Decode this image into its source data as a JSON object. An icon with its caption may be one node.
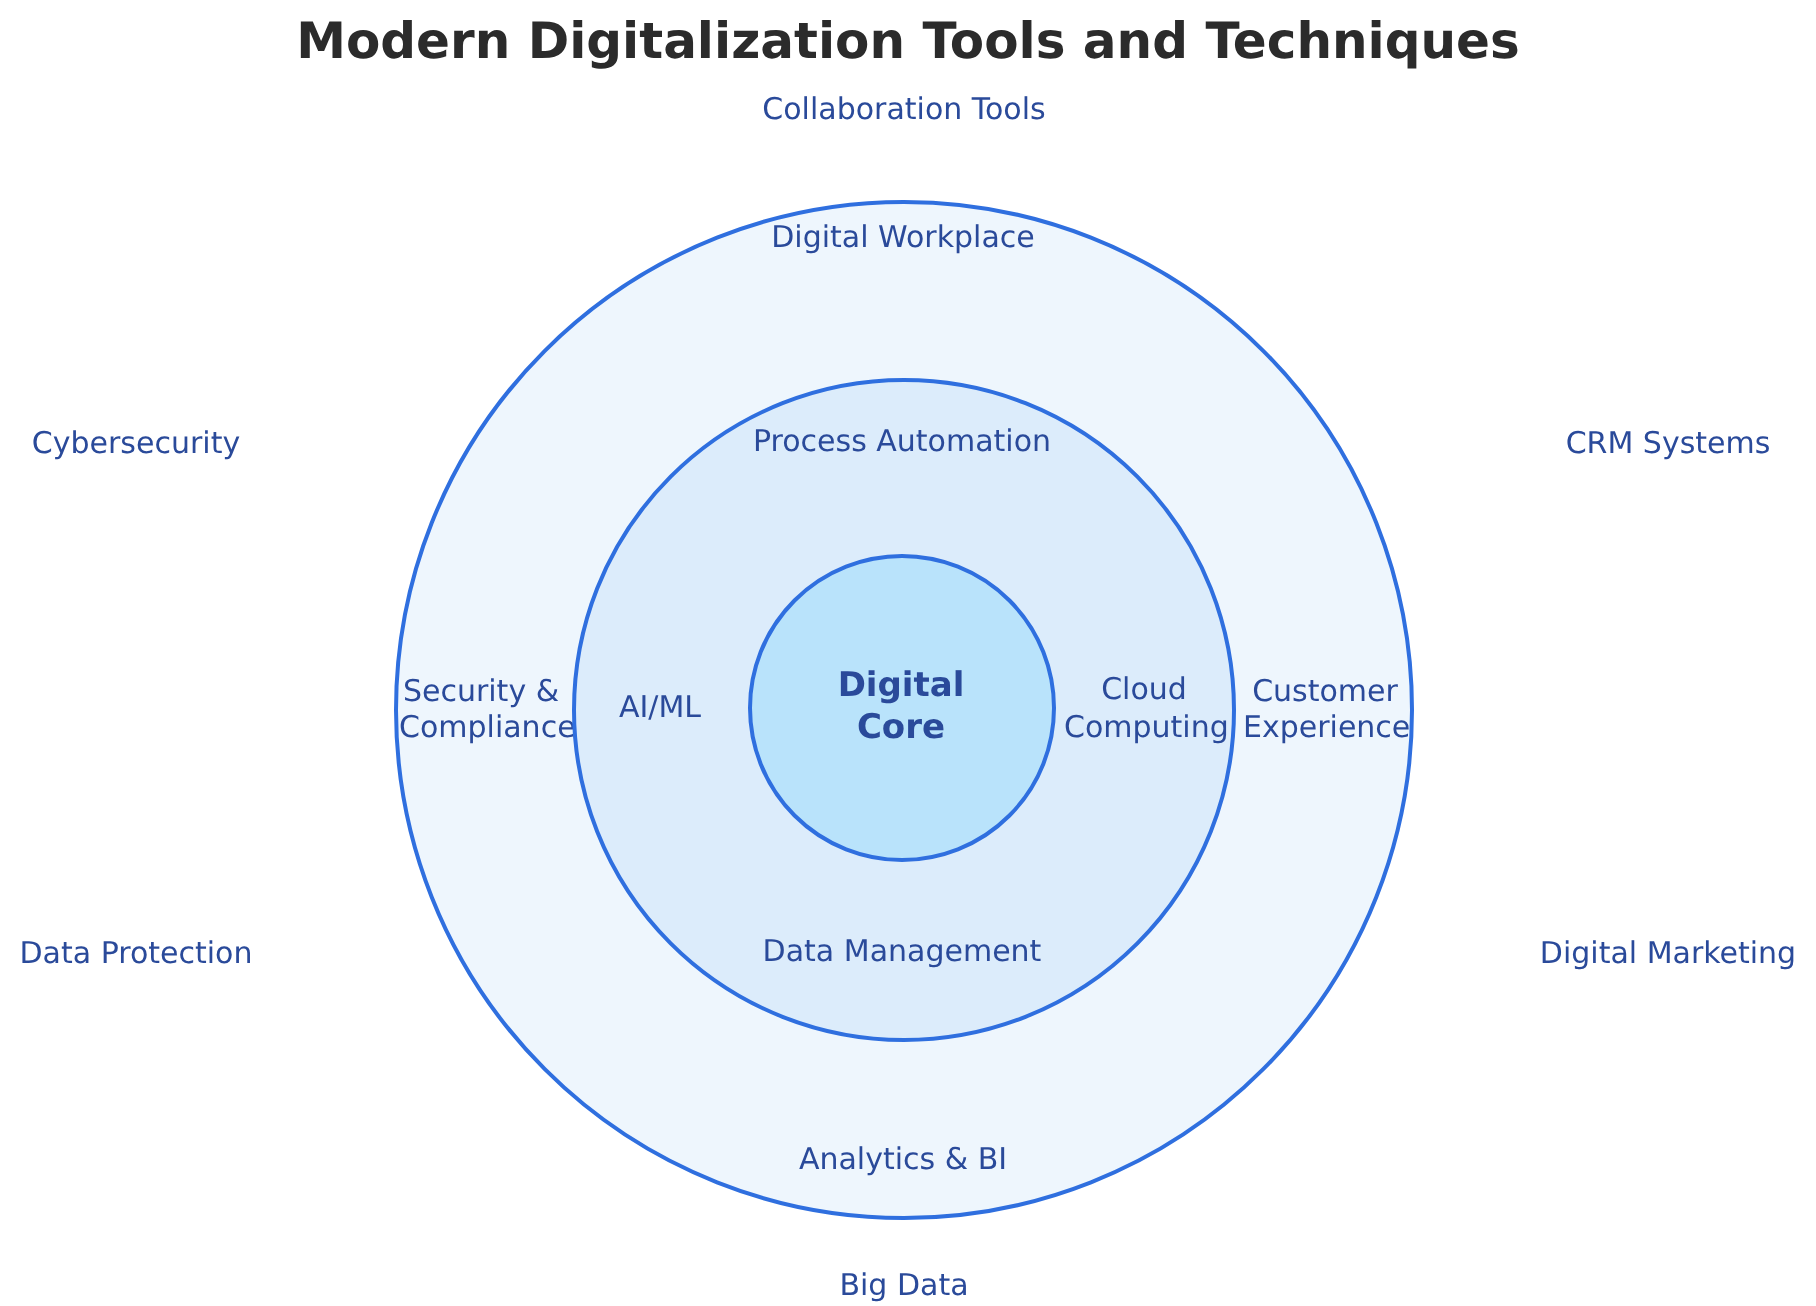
{
  "diagram": {
    "title": "Modern Digitalization Tools and Techniques",
    "nodes": [
      {
        "text": [
          "Digital Workplace",
          "Security & Compliance",
          "Customer Experience",
          "Analytics & BI"
        ]
      },
      {
        "text": [
          "Process Automation",
          "AI/ML",
          "Cloud Computing",
          "Data Management"
        ],
        "in": 0
      },
      {
        "text": [
          "Digital Core"
        ],
        "in": 1
      }
    ],
    "labels": [
      "Collaboration Tools",
      "Cybersecurity",
      "CRM Systems",
      "Data Protection",
      "Digital Marketing",
      "Big Data"
    ]
  }
}
